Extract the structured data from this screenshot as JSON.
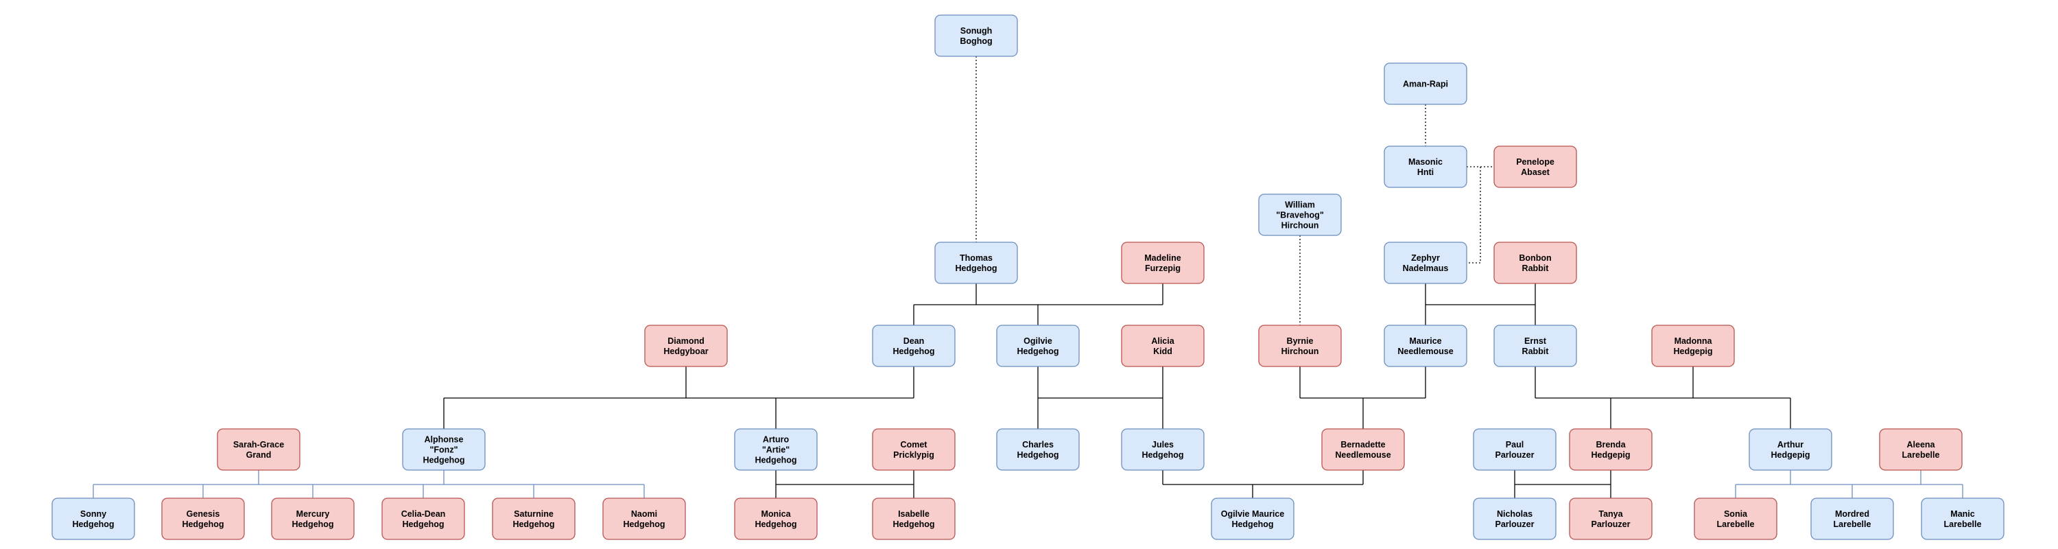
{
  "people": [
    {
      "id": "sonugh",
      "lines": [
        "Sonugh",
        "Boghog"
      ],
      "sex": "m"
    },
    {
      "id": "aman",
      "lines": [
        "Aman-Rapi"
      ],
      "sex": "m"
    },
    {
      "id": "masonic",
      "lines": [
        "Masonic",
        "Hnti"
      ],
      "sex": "m"
    },
    {
      "id": "penelope",
      "lines": [
        "Penelope",
        "Abaset"
      ],
      "sex": "f"
    },
    {
      "id": "william",
      "lines": [
        "William",
        "\"Bravehog\"",
        "Hirchoun"
      ],
      "sex": "m"
    },
    {
      "id": "thomas",
      "lines": [
        "Thomas",
        "Hedgehog"
      ],
      "sex": "m"
    },
    {
      "id": "madeline",
      "lines": [
        "Madeline",
        "Furzepig"
      ],
      "sex": "f"
    },
    {
      "id": "zephyr",
      "lines": [
        "Zephyr",
        "Nadelmaus"
      ],
      "sex": "m"
    },
    {
      "id": "bonbon",
      "lines": [
        "Bonbon",
        "Rabbit"
      ],
      "sex": "f"
    },
    {
      "id": "diamond",
      "lines": [
        "Diamond",
        "Hedgyboar"
      ],
      "sex": "f"
    },
    {
      "id": "dean",
      "lines": [
        "Dean",
        "Hedgehog"
      ],
      "sex": "m"
    },
    {
      "id": "ogilvie",
      "lines": [
        "Ogilvie",
        "Hedgehog"
      ],
      "sex": "m"
    },
    {
      "id": "alicia",
      "lines": [
        "Alicia",
        "Kidd"
      ],
      "sex": "f"
    },
    {
      "id": "byrnie",
      "lines": [
        "Byrnie",
        "Hirchoun"
      ],
      "sex": "f"
    },
    {
      "id": "maurice",
      "lines": [
        "Maurice",
        "Needlemouse"
      ],
      "sex": "m"
    },
    {
      "id": "ernst",
      "lines": [
        "Ernst",
        "Rabbit"
      ],
      "sex": "m"
    },
    {
      "id": "madonna",
      "lines": [
        "Madonna",
        "Hedgepig"
      ],
      "sex": "f"
    },
    {
      "id": "sarahgrace",
      "lines": [
        "Sarah-Grace",
        "Grand"
      ],
      "sex": "f"
    },
    {
      "id": "alphonse",
      "lines": [
        "Alphonse",
        "\"Fonz\"",
        "Hedgehog"
      ],
      "sex": "m"
    },
    {
      "id": "arturo",
      "lines": [
        "Arturo",
        "\"Artie\"",
        "Hedgehog"
      ],
      "sex": "m"
    },
    {
      "id": "comet",
      "lines": [
        "Comet",
        "Pricklypig"
      ],
      "sex": "f"
    },
    {
      "id": "charles",
      "lines": [
        "Charles",
        "Hedgehog"
      ],
      "sex": "m"
    },
    {
      "id": "jules",
      "lines": [
        "Jules",
        "Hedgehog"
      ],
      "sex": "m"
    },
    {
      "id": "bernadette",
      "lines": [
        "Bernadette",
        "Needlemouse"
      ],
      "sex": "f"
    },
    {
      "id": "paul",
      "lines": [
        "Paul",
        "Parlouzer"
      ],
      "sex": "m"
    },
    {
      "id": "brenda",
      "lines": [
        "Brenda",
        "Hedgepig"
      ],
      "sex": "f"
    },
    {
      "id": "arthur",
      "lines": [
        "Arthur",
        "Hedgepig"
      ],
      "sex": "m"
    },
    {
      "id": "aleena",
      "lines": [
        "Aleena",
        "Larebelle"
      ],
      "sex": "f"
    },
    {
      "id": "sonny",
      "lines": [
        "Sonny",
        "Hedgehog"
      ],
      "sex": "m"
    },
    {
      "id": "genesis",
      "lines": [
        "Genesis",
        "Hedgehog"
      ],
      "sex": "f"
    },
    {
      "id": "mercury",
      "lines": [
        "Mercury",
        "Hedgehog"
      ],
      "sex": "f"
    },
    {
      "id": "celiadean",
      "lines": [
        "Celia-Dean",
        "Hedgehog"
      ],
      "sex": "f"
    },
    {
      "id": "saturnine",
      "lines": [
        "Saturnine",
        "Hedgehog"
      ],
      "sex": "f"
    },
    {
      "id": "naomi",
      "lines": [
        "Naomi",
        "Hedgehog"
      ],
      "sex": "f"
    },
    {
      "id": "monica",
      "lines": [
        "Monica",
        "Hedgehog"
      ],
      "sex": "f"
    },
    {
      "id": "isabelle",
      "lines": [
        "Isabelle",
        "Hedgehog"
      ],
      "sex": "f"
    },
    {
      "id": "ogilviemaurice",
      "lines": [
        "Ogilvie Maurice",
        "Hedgehog"
      ],
      "sex": "m"
    },
    {
      "id": "nicholas",
      "lines": [
        "Nicholas",
        "Parlouzer"
      ],
      "sex": "m"
    },
    {
      "id": "tanya",
      "lines": [
        "Tanya",
        "Parlouzer"
      ],
      "sex": "f"
    },
    {
      "id": "sonia",
      "lines": [
        "Sonia",
        "Larebelle"
      ],
      "sex": "f"
    },
    {
      "id": "mordred",
      "lines": [
        "Mordred",
        "Larebelle"
      ],
      "sex": "m"
    },
    {
      "id": "manic",
      "lines": [
        "Manic",
        "Larebelle"
      ],
      "sex": "m"
    }
  ],
  "relations": [
    {
      "type": "lineage",
      "from": "sonugh",
      "to": "thomas"
    },
    {
      "type": "lineage",
      "from": "aman",
      "to": "masonic"
    },
    {
      "type": "lineage",
      "from": "william",
      "to": "byrnie"
    },
    {
      "type": "lineage",
      "parents": [
        "masonic",
        "penelope"
      ],
      "to": "zephyr"
    },
    {
      "type": "family",
      "parents": [
        "thomas",
        "madeline"
      ],
      "children": [
        "dean",
        "ogilvie"
      ]
    },
    {
      "type": "family",
      "parents": [
        "zephyr",
        "bonbon"
      ],
      "children": [
        "maurice",
        "ernst"
      ]
    },
    {
      "type": "family",
      "parents": [
        "diamond",
        "dean"
      ],
      "children": [
        "alphonse",
        "arturo"
      ]
    },
    {
      "type": "family",
      "parents": [
        "ogilvie",
        "alicia"
      ],
      "children": [
        "charles",
        "jules"
      ]
    },
    {
      "type": "family",
      "parents": [
        "byrnie",
        "maurice"
      ],
      "children": [
        "bernadette"
      ]
    },
    {
      "type": "family",
      "parents": [
        "ernst",
        "madonna"
      ],
      "children": [
        "brenda",
        "arthur"
      ]
    },
    {
      "type": "family",
      "parents": [
        "sarahgrace",
        "alphonse"
      ],
      "children": [
        "sonny",
        "genesis",
        "mercury",
        "celiadean",
        "saturnine",
        "naomi"
      ]
    },
    {
      "type": "family",
      "parents": [
        "arturo",
        "comet"
      ],
      "children": [
        "monica",
        "isabelle"
      ]
    },
    {
      "type": "family",
      "parents": [
        "jules",
        "bernadette"
      ],
      "children": [
        "ogilviemaurice"
      ]
    },
    {
      "type": "family",
      "parents": [
        "paul",
        "brenda"
      ],
      "children": [
        "nicholas",
        "tanya"
      ]
    },
    {
      "type": "family",
      "parents": [
        "arthur",
        "aleena"
      ],
      "children": [
        "sonia",
        "mordred",
        "manic"
      ]
    }
  ],
  "colors": {
    "male_fill": "#dae8fc",
    "male_stroke": "#6c8ebf",
    "female_fill": "#f8cecc",
    "female_stroke": "#b85450",
    "line": "#000000"
  }
}
